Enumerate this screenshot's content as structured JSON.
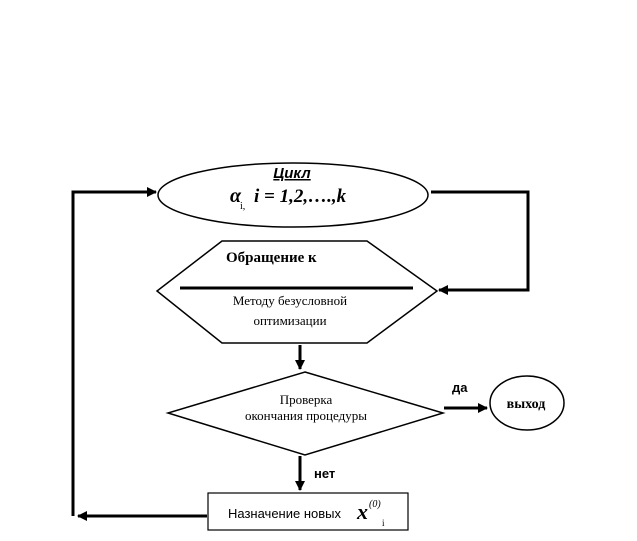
{
  "loop": {
    "title": "Цикл",
    "alpha": "α",
    "alpha_sub": "i,",
    "range": "i = 1,2,….,k"
  },
  "call": {
    "line1": "Обращение к",
    "line2": "Методу безусловной",
    "line3": "оптимизации"
  },
  "check": {
    "line1": "Проверка",
    "line2": "окончания процедуры"
  },
  "exit": {
    "label": "выход"
  },
  "labels": {
    "yes": "да",
    "no": "нет"
  },
  "assign": {
    "text": "Назначение новых",
    "x": "x",
    "sup": "(0)",
    "sub": "i"
  }
}
